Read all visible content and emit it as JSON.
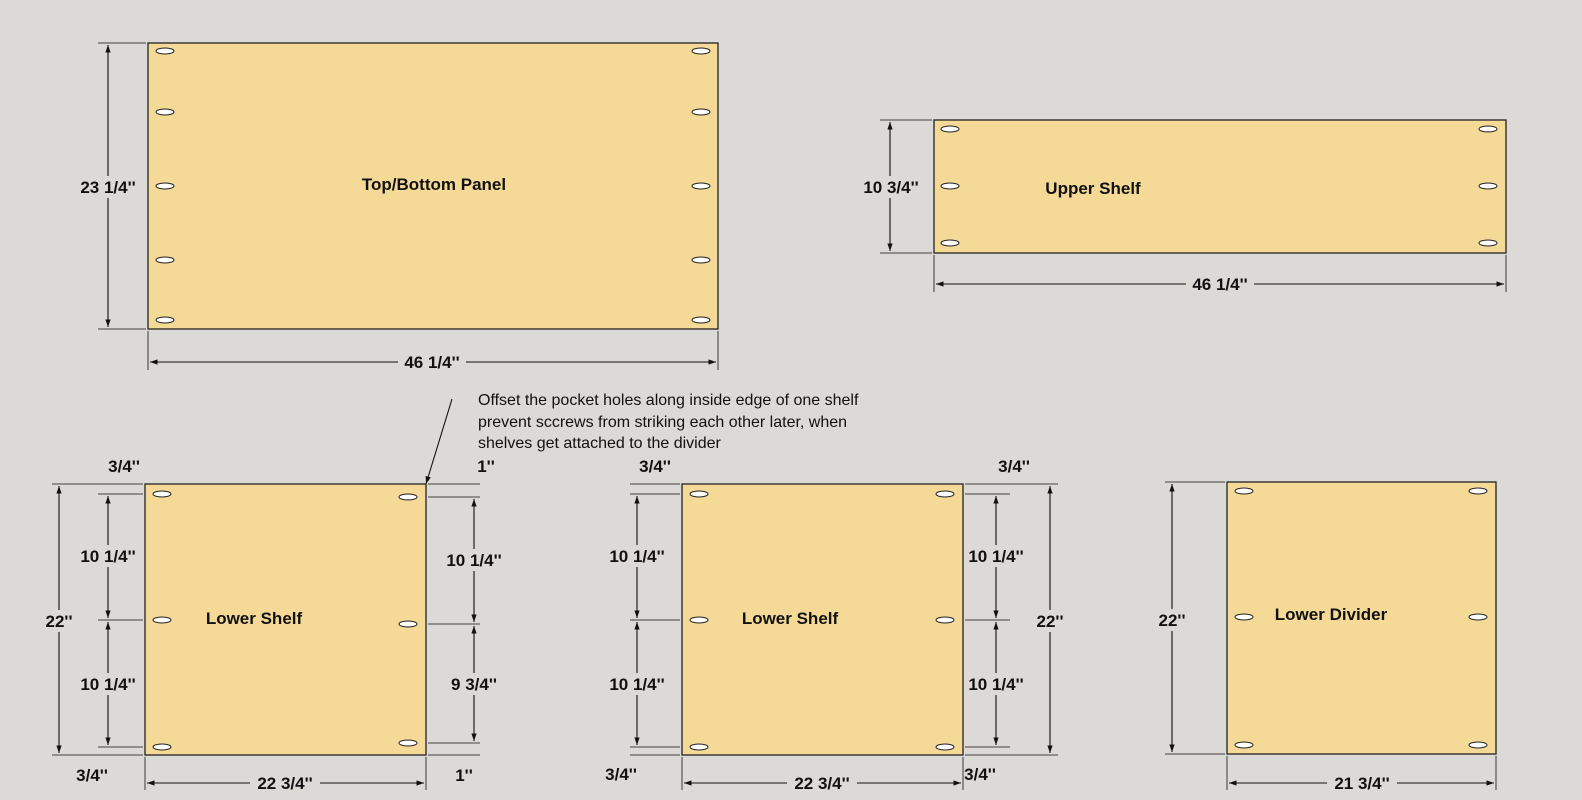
{
  "colors": {
    "background": "#dcdad6",
    "panel_fill": "#f5da97",
    "panel_stroke": "#222222",
    "hole_fill": "#ffffff"
  },
  "note": {
    "lines": [
      "Offset the pocket holes along inside edge of one shelf",
      "prevent sccrews from striking each other later, when",
      "shelves get attached to the divider"
    ]
  },
  "panels": [
    {
      "id": "top-bottom-panel",
      "title": "Top/Bottom Panel",
      "width_label": "46 1/4''",
      "height_label": "23 1/4''",
      "hole_count_per_edge": 5
    },
    {
      "id": "upper-shelf",
      "title": "Upper Shelf",
      "width_label": "46 1/4''",
      "height_label": "10 3/4''",
      "hole_count_per_edge": 3
    },
    {
      "id": "lower-shelf-left",
      "title": "Lower Shelf",
      "width_label": "22 3/4''",
      "height_label": "22''",
      "left_dims": [
        "3/4''",
        "10 1/4''",
        "10 1/4''",
        "3/4''"
      ],
      "right_dims": [
        "1''",
        "10 1/4''",
        "9 3/4''",
        "1''"
      ],
      "hole_count_per_edge": 3
    },
    {
      "id": "lower-shelf-middle",
      "title": "Lower Shelf",
      "width_label": "22 3/4''",
      "height_label": "22''",
      "left_dims": [
        "3/4''",
        "10 1/4''",
        "10 1/4''",
        "3/4''"
      ],
      "right_dims": [
        "3/4''",
        "10 1/4''",
        "10 1/4''",
        "3/4''"
      ],
      "hole_count_per_edge": 3
    },
    {
      "id": "lower-divider",
      "title": "Lower Divider",
      "width_label": "21 3/4''",
      "height_label": "22''",
      "hole_count_per_edge": 3
    }
  ]
}
